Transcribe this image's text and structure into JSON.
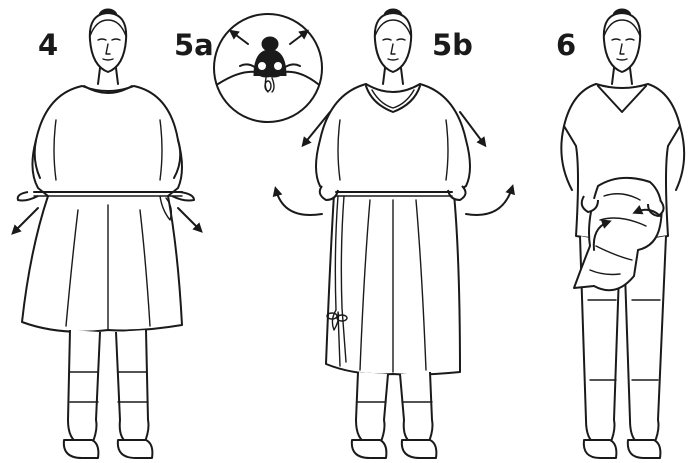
{
  "steps": [
    {
      "label": "4"
    },
    {
      "label": "5a"
    },
    {
      "label": "5b"
    },
    {
      "label": "6"
    }
  ],
  "icons": {
    "arrow": "curved-arrow-icon",
    "figure": "person-figure-icon",
    "detail": "magnified-detail-circle-icon"
  },
  "colors": {
    "ink": "#1a1a1a",
    "background": "#ffffff"
  }
}
